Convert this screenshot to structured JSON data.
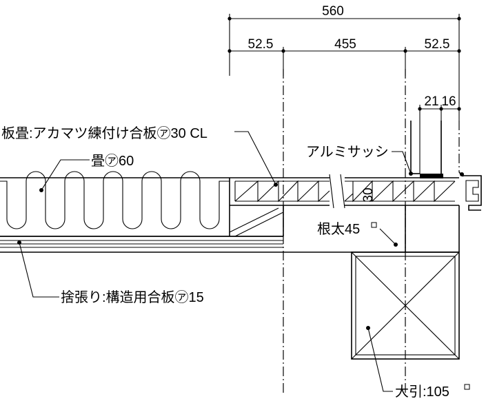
{
  "dimensions": {
    "overall": "560",
    "left_margin": "52.5",
    "center_span": "455",
    "right_margin": "52.5",
    "sash_a": "21",
    "sash_b": "16",
    "vertical_30": "30"
  },
  "labels": {
    "itatatami": "板畳:アカマツ練付け合板㋐30 CL",
    "tatami": "畳㋐60",
    "aluminum_sash": "アルミサッシ",
    "neda": "根太45",
    "sutebari": "捨張り:構造用合板㋐15",
    "ohbiki": "大引:105"
  }
}
